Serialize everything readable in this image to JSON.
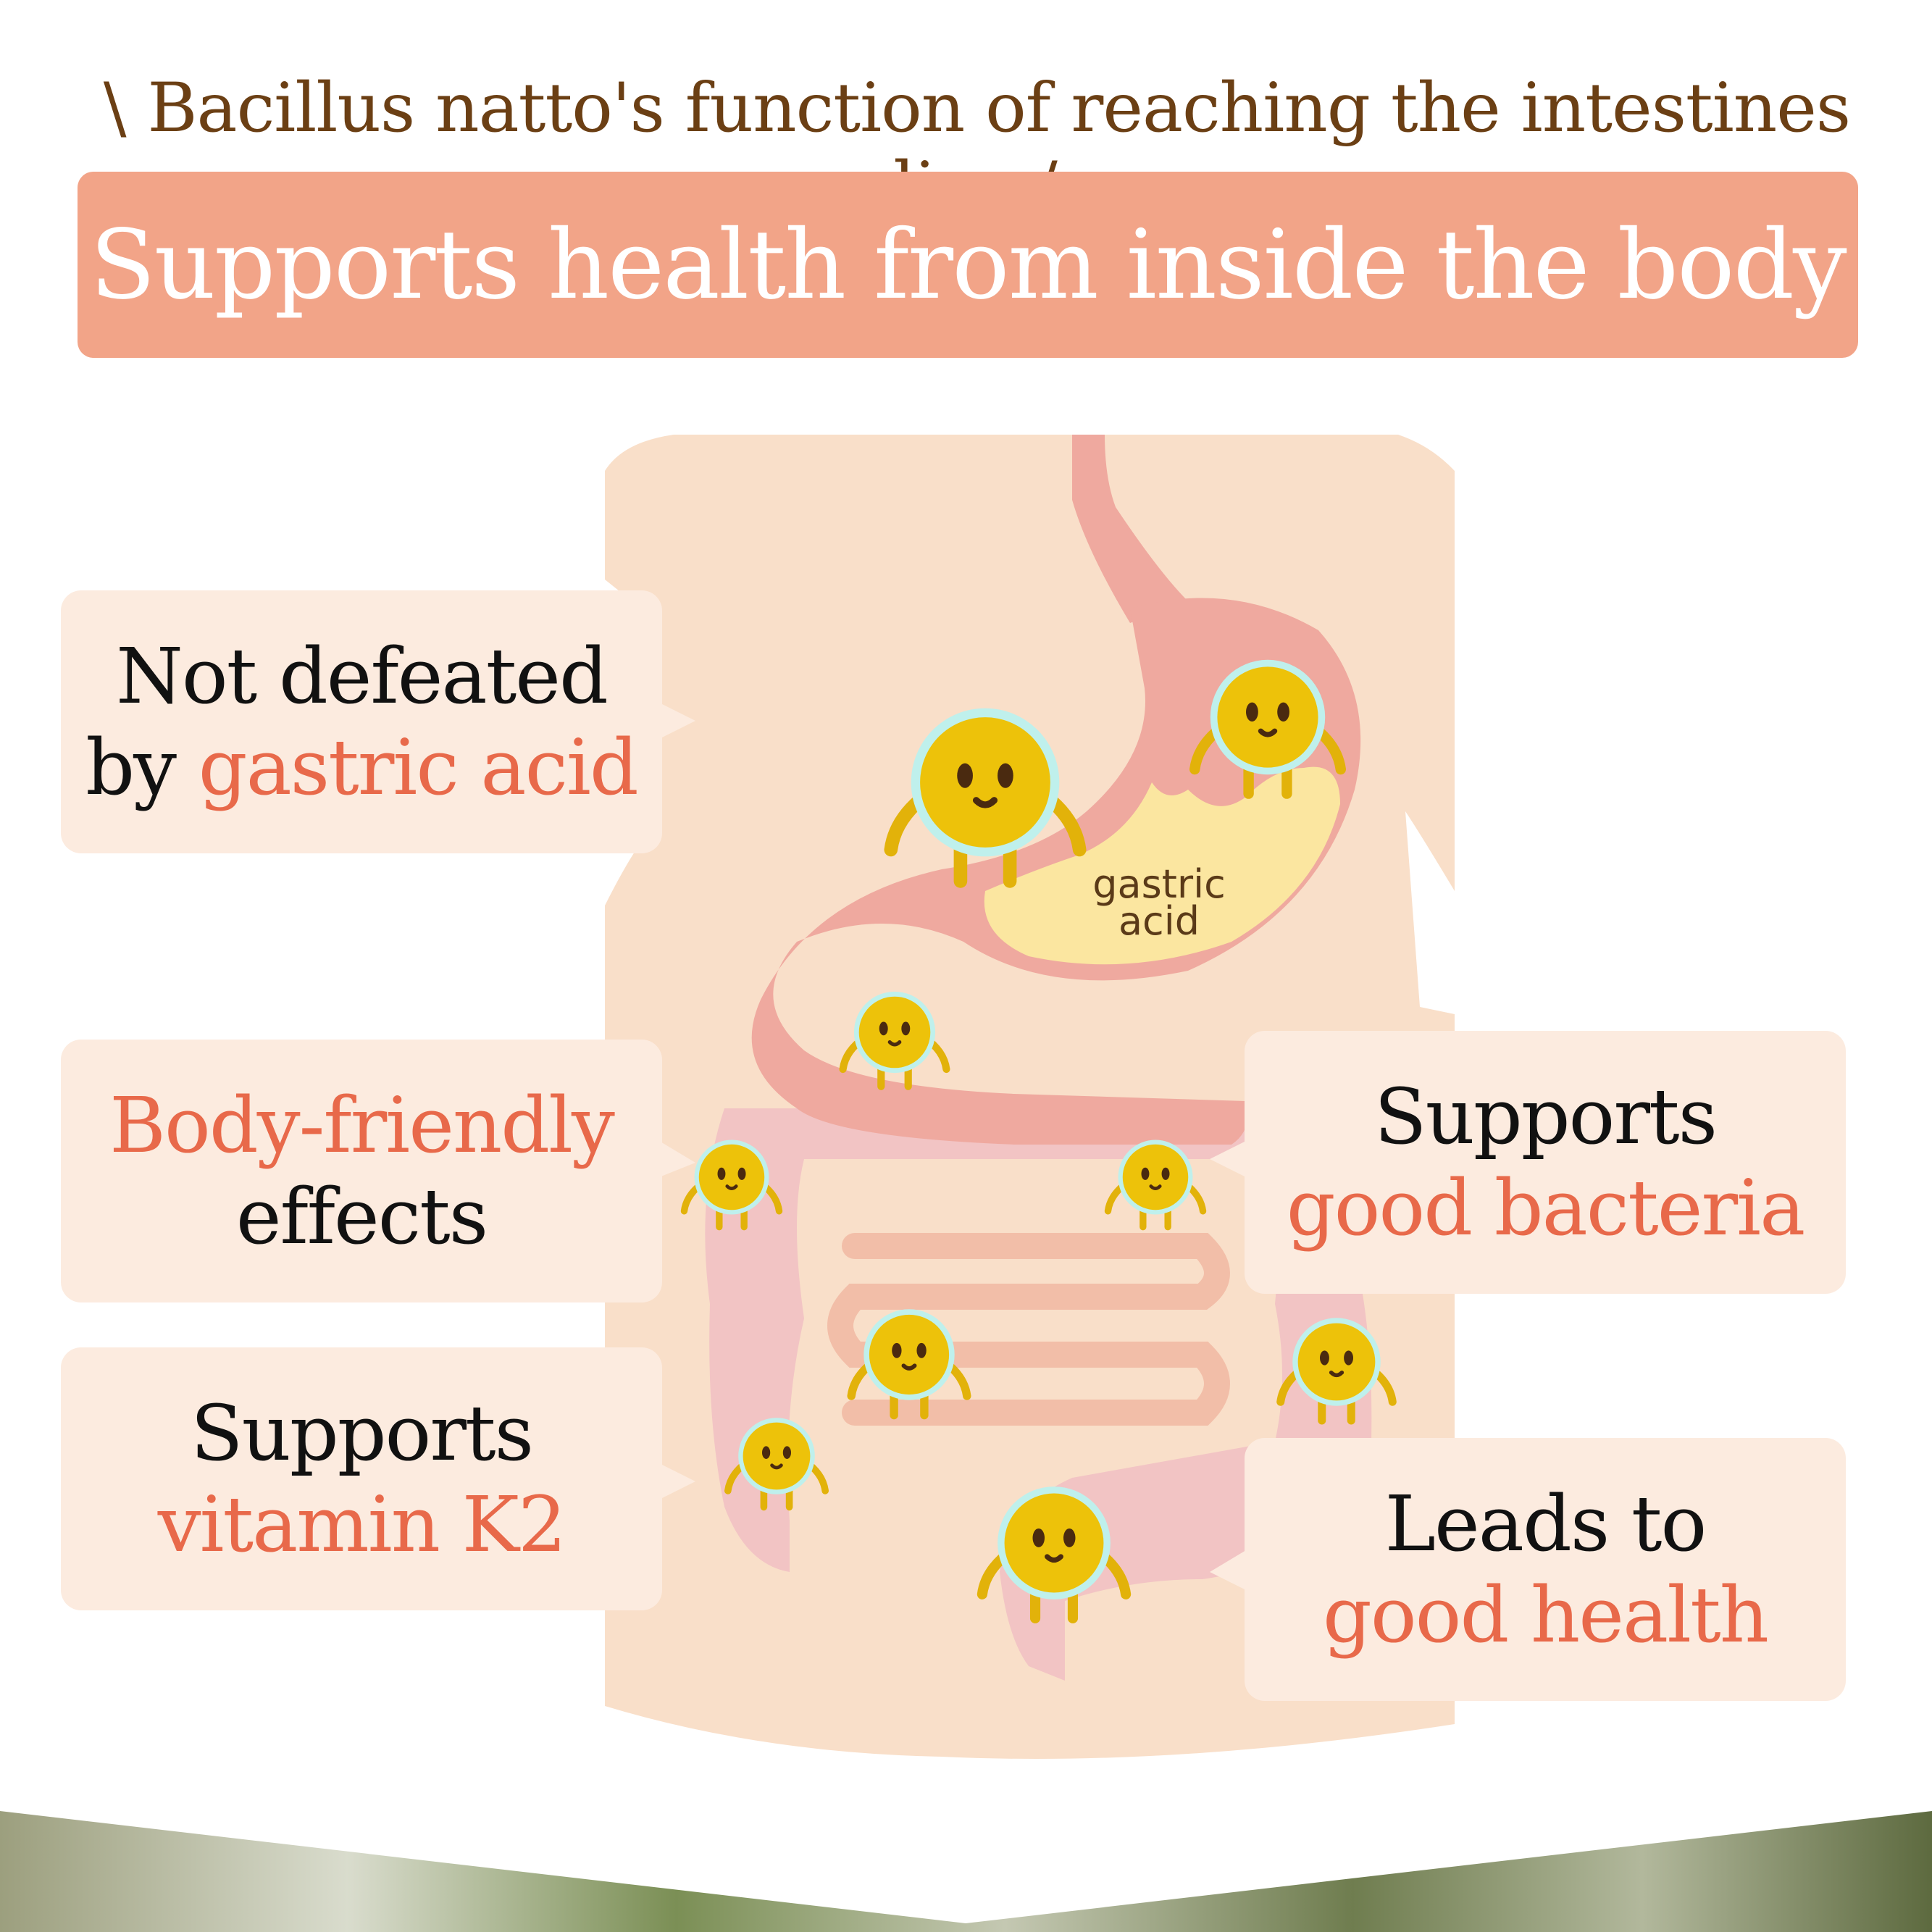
{
  "header": {
    "slash_left": "\\",
    "subtitle": "Bacillus natto's function of reaching the intestines alive",
    "slash_right": "/",
    "title": "Supports health from inside the body"
  },
  "diagram_label": {
    "line1": "gastric",
    "line2": "acid"
  },
  "boxes": {
    "gastric": {
      "dark": "Not defeated",
      "dark_prefix": "by ",
      "accent": "gastric acid"
    },
    "friendly": {
      "accent": "Body-friendly",
      "dark": "effects"
    },
    "vitamin": {
      "dark": "Supports",
      "accent": "vitamin K2"
    },
    "bacteria": {
      "dark": "Supports",
      "accent": "good bacteria"
    },
    "health": {
      "dark": "Leads to",
      "accent": "good health"
    }
  },
  "colors": {
    "title_bar": "#f2a488",
    "accent_text": "#e8694a",
    "box_bg": "#fcebdf",
    "body_skin": "#f9dfc9",
    "stomach": "#efa99f",
    "gastric_acid": "#fbe6a0",
    "intestine": "#f2c4c4",
    "bacteria": "#edc20a"
  }
}
